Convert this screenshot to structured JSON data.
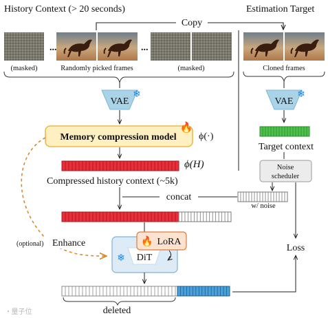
{
  "headers": {
    "history_context": "History Context (> 20 seconds)",
    "estimation_target": "Estimation Target"
  },
  "copy_label": "Copy",
  "frames": {
    "masked_left": "(masked)",
    "random": "Randomly picked frames",
    "masked_right": "(masked)",
    "cloned": "Cloned frames",
    "ellipsis": "..."
  },
  "vae_left": "VAE",
  "vae_right": "VAE",
  "memory_model": "Memory compression model",
  "phi_dot": "ϕ(·)",
  "phi_h": "ϕ(H)",
  "compressed_context": "Compressed history context (~5k)",
  "target_context": "Target context",
  "noise_scheduler": [
    "Noise",
    "scheduler"
  ],
  "concat": "concat",
  "w_noise": "w/ noise",
  "optional": "(optional)",
  "enhance": "Enhance",
  "lora": "LoRA",
  "dit": "DiT",
  "loss": "Loss",
  "deleted": "deleted",
  "watermark": "量子位",
  "colors": {
    "red": "#e8303a",
    "green": "#4cc24c",
    "blue": "#4aa0d8",
    "vae": "#a9d3e8",
    "memory_fill": "#fff0c2",
    "memory_border": "#e5ae2e",
    "lora_fill": "#fbe3d0",
    "lora_border": "#e07a3a",
    "dit_fill": "#dcebf6",
    "dit_border": "#7fb0d6",
    "enhance_arrow": "#d68a2a"
  }
}
